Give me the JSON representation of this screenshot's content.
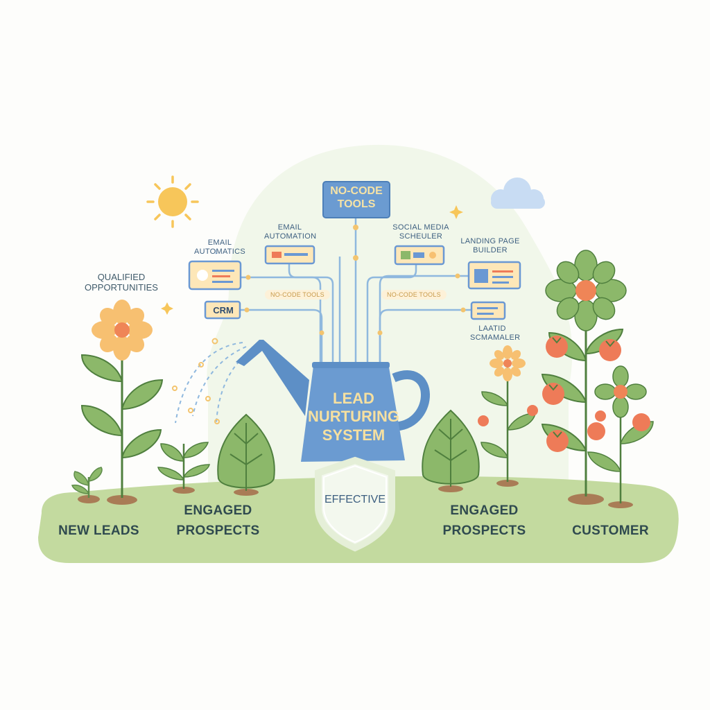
{
  "hub": {
    "label": "NO-CODE TOOLS"
  },
  "tools": {
    "email_automatics": "EMAIL AUTOMATICS",
    "email_automation": "EMAIL AUTOMATION",
    "social_media": "SOCIAL MEDIA SCHEULER",
    "landing_page": "LANDING PAGE BUILDER",
    "crm": "CRM",
    "laatid": "LAATID SCMAMALER"
  },
  "connector_tags": [
    "NO-CODE TOOLS",
    "NO-CODE TOOLS"
  ],
  "can": {
    "label": "LEAD NURTURING SYSTEM"
  },
  "shield": {
    "label": "EFFECTIVE"
  },
  "labels": {
    "qualified": "QUALIFIED OPPORTUNITIES"
  },
  "stages": {
    "new_leads": "NEW LEADS",
    "engaged_left": "ENGAGED PROSPECTS",
    "engaged_right": "ENGAGED PROSPECTS",
    "customer": "CUSTOMER"
  },
  "colors": {
    "can_blue": "#6b9bd1",
    "leaf_green": "#8cb86a",
    "ground_green": "#c3da9f",
    "flower_orange": "#f7c071",
    "flower_center": "#ef8557",
    "tomato_red": "#ee7b58",
    "box_fill": "#fde7b8",
    "box_border": "#6a98d3",
    "sun_yellow": "#f7c65a",
    "cloud_blue": "#c8dcf3"
  },
  "icons": [
    "sun-icon",
    "cloud-icon",
    "sparkle-icon",
    "shield-icon",
    "watering-can-icon",
    "flower-icon",
    "tomato-plant-icon"
  ]
}
